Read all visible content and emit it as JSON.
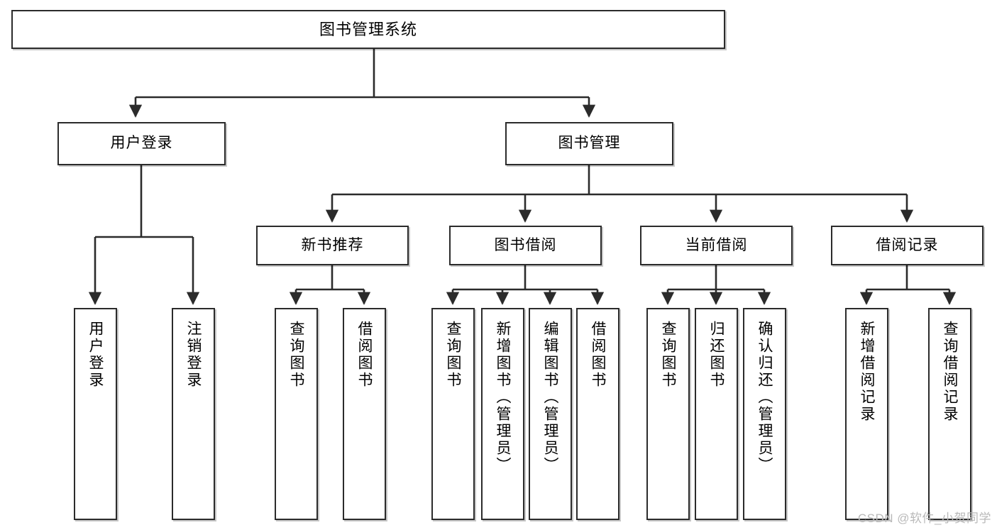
{
  "diagram": {
    "title": "图书管理系统",
    "type": "tree-hierarchy",
    "watermark": "CSDN @软件_小贺同学",
    "colors": {
      "box_border": "#2b2b2b",
      "box_fill": "#ffffff",
      "edge": "#2b2b2b",
      "text": "#000000",
      "watermark": "#b9b9b9",
      "background": "#ffffff"
    },
    "nodes": {
      "root": {
        "label": "图书管理系统"
      },
      "level1": [
        {
          "id": "user-login",
          "label": "用户登录"
        },
        {
          "id": "book-manage",
          "label": "图书管理"
        }
      ],
      "level2": [
        {
          "id": "new-book-rec",
          "label": "新书推荐"
        },
        {
          "id": "book-borrow",
          "label": "图书借阅"
        },
        {
          "id": "current-borrow",
          "label": "当前借阅"
        },
        {
          "id": "borrow-record",
          "label": "借阅记录"
        }
      ],
      "leaves": {
        "user-login": [
          {
            "id": "leaf-user-login",
            "label": "用户登录"
          },
          {
            "id": "leaf-logout",
            "label": "注销登录"
          }
        ],
        "new-book-rec": [
          {
            "id": "leaf-query-book-1",
            "label": "查询图书"
          },
          {
            "id": "leaf-borrow-book-1",
            "label": "借阅图书"
          }
        ],
        "book-borrow": [
          {
            "id": "leaf-query-book-2",
            "label": "查询图书"
          },
          {
            "id": "leaf-add-book",
            "label": "新增图书（管理员）"
          },
          {
            "id": "leaf-edit-book",
            "label": "编辑图书（管理员）"
          },
          {
            "id": "leaf-borrow-book-2",
            "label": "借阅图书"
          }
        ],
        "current-borrow": [
          {
            "id": "leaf-query-book-3",
            "label": "查询图书"
          },
          {
            "id": "leaf-return-book",
            "label": "归还图书"
          },
          {
            "id": "leaf-confirm-return",
            "label": "确认归还（管理员）"
          }
        ],
        "borrow-record": [
          {
            "id": "leaf-add-record",
            "label": "新增借阅记录"
          },
          {
            "id": "leaf-query-record",
            "label": "查询借阅记录"
          }
        ]
      }
    }
  }
}
